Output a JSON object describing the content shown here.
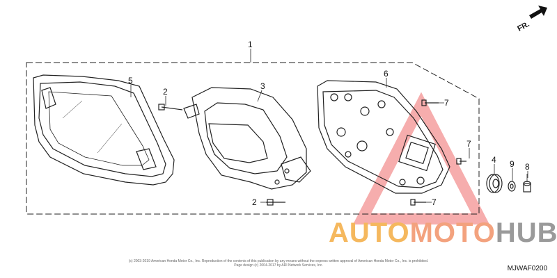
{
  "diagram": {
    "direction_label": "FR.",
    "diagram_code": "MJWAF0200",
    "callouts": {
      "p1": "1",
      "p2a": "2",
      "p2b": "2",
      "p3": "3",
      "p4": "4",
      "p5": "5",
      "p6": "6",
      "p7a": "7",
      "p7b": "7",
      "p7c": "7",
      "p8": "8",
      "p9": "9"
    },
    "copyright_line_1": "(c) 2003-2019 American Honda Motor Co., Inc. Reproduction of the contents of this publication by any means without the express written approval of American Honda Motor Co., Inc. is prohibited.",
    "copyright_line_2": "Page design (c) 2004-2017 by ARI Network Services, Inc."
  },
  "watermark": {
    "part1": "AUTO",
    "part2": "MOTO",
    "part3": "HUB",
    "colors": {
      "auto": "#f5b85e",
      "moto": "#f3a27e",
      "hub": "#9a9a9a",
      "triangle": "#ef6a6a"
    }
  }
}
